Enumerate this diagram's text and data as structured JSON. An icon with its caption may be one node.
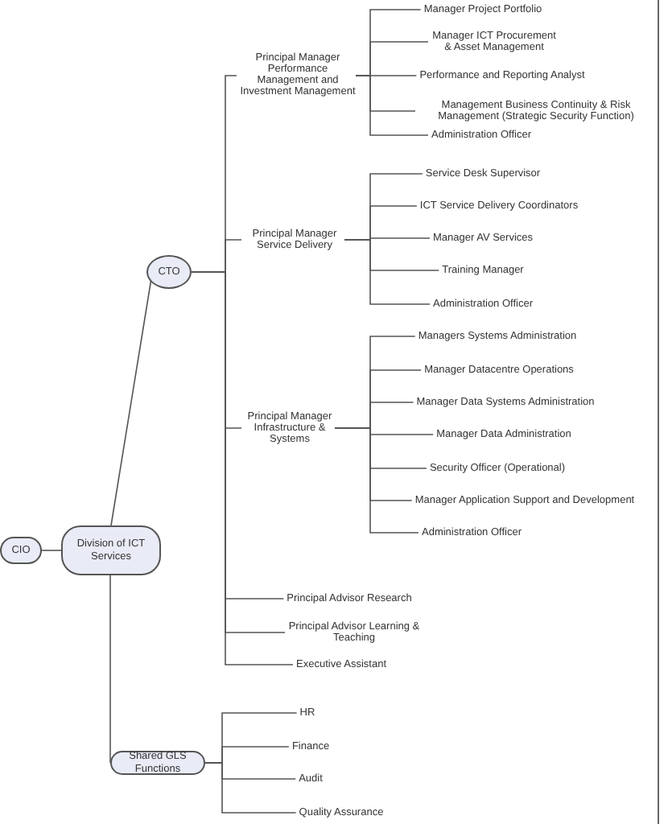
{
  "diagram": {
    "nodes": [
      {
        "text": [
          "CIO"
        ]
      },
      {
        "text": [
          "Division of ICT Services"
        ]
      },
      {
        "text": [
          "CTO"
        ]
      },
      {
        "text": [
          "Principal Manager Performance Management and Investment Management"
        ]
      },
      {
        "text": [
          "Manager Project Portfolio"
        ]
      },
      {
        "text": [
          "Manager ICT Procurement & Asset Management"
        ]
      },
      {
        "text": [
          "Performance and Reporting Analyst"
        ]
      },
      {
        "text": [
          "Management Business Continuity & Risk Management (Strategic Security Function)"
        ]
      },
      {
        "text": [
          "Administration Officer"
        ]
      },
      {
        "text": [
          "Principal Manager Service Delivery"
        ]
      },
      {
        "text": [
          "Service Desk Supervisor"
        ]
      },
      {
        "text": [
          "ICT Service Delivery Coordinators"
        ]
      },
      {
        "text": [
          "Manager AV Services"
        ]
      },
      {
        "text": [
          "Training Manager"
        ]
      },
      {
        "text": [
          "Administration Officer"
        ]
      },
      {
        "text": [
          "Principal Manager Infrastructure & Systems"
        ]
      },
      {
        "text": [
          "Managers Systems Administration"
        ]
      },
      {
        "text": [
          "Manager Datacentre Operations"
        ]
      },
      {
        "text": [
          "Manager Data Systems Administration"
        ]
      },
      {
        "text": [
          "Manager Data Administration"
        ]
      },
      {
        "text": [
          "Security Officer (Operational)"
        ]
      },
      {
        "text": [
          "Manager Application Support and Development"
        ]
      },
      {
        "text": [
          "Administration Officer"
        ]
      },
      {
        "text": [
          "Principal Advisor Research"
        ]
      },
      {
        "text": [
          "Principal Advisor Learning & Teaching"
        ]
      },
      {
        "text": [
          "Executive Assistant"
        ]
      },
      {
        "text": [
          "Shared GLS Functions"
        ]
      },
      {
        "text": [
          "HR"
        ]
      },
      {
        "text": [
          "Finance"
        ]
      },
      {
        "text": [
          "Audit"
        ]
      },
      {
        "text": [
          "Quality Assurance"
        ]
      }
    ],
    "edges": [
      {
        "from": 0,
        "to": 1,
        "arrow": "none"
      },
      {
        "from": 1,
        "to": 2,
        "arrow": "none"
      },
      {
        "from": 1,
        "to": 26,
        "arrow": "none"
      },
      {
        "from": 2,
        "to": 3,
        "arrow": "none"
      },
      {
        "from": 2,
        "to": 9,
        "arrow": "none"
      },
      {
        "from": 2,
        "to": 15,
        "arrow": "none"
      },
      {
        "from": 2,
        "to": 23,
        "arrow": "none"
      },
      {
        "from": 2,
        "to": 24,
        "arrow": "none"
      },
      {
        "from": 2,
        "to": 25,
        "arrow": "none"
      },
      {
        "from": 3,
        "to": 4,
        "arrow": "none"
      },
      {
        "from": 3,
        "to": 5,
        "arrow": "none"
      },
      {
        "from": 3,
        "to": 6,
        "arrow": "none"
      },
      {
        "from": 3,
        "to": 7,
        "arrow": "none"
      },
      {
        "from": 3,
        "to": 8,
        "arrow": "none"
      },
      {
        "from": 9,
        "to": 10,
        "arrow": "none"
      },
      {
        "from": 9,
        "to": 11,
        "arrow": "none"
      },
      {
        "from": 9,
        "to": 12,
        "arrow": "none"
      },
      {
        "from": 9,
        "to": 13,
        "arrow": "none"
      },
      {
        "from": 9,
        "to": 14,
        "arrow": "none"
      },
      {
        "from": 15,
        "to": 16,
        "arrow": "none"
      },
      {
        "from": 15,
        "to": 17,
        "arrow": "none"
      },
      {
        "from": 15,
        "to": 18,
        "arrow": "none"
      },
      {
        "from": 15,
        "to": 19,
        "arrow": "none"
      },
      {
        "from": 15,
        "to": 20,
        "arrow": "none"
      },
      {
        "from": 15,
        "to": 21,
        "arrow": "none"
      },
      {
        "from": 15,
        "to": 22,
        "arrow": "none"
      },
      {
        "from": 26,
        "to": 27,
        "arrow": "none"
      },
      {
        "from": 26,
        "to": 28,
        "arrow": "none"
      },
      {
        "from": 26,
        "to": 29,
        "arrow": "none"
      },
      {
        "from": 26,
        "to": 30,
        "arrow": "none"
      }
    ]
  }
}
